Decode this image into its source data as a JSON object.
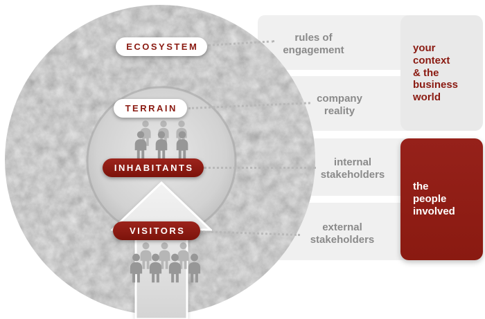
{
  "colors": {
    "accent": "#8a1a11",
    "text_gray": "#8a8a8a",
    "row_bg": "#f0f0f0",
    "block_light_bg": "#e9e9e9"
  },
  "pills": [
    {
      "label": "ECOSYSTEM",
      "style": "light"
    },
    {
      "label": "TERRAIN",
      "style": "light"
    },
    {
      "label": "INHABITANTS",
      "style": "dark"
    },
    {
      "label": "VISITORS",
      "style": "dark"
    }
  ],
  "descriptions": [
    {
      "text": "rules of engagement"
    },
    {
      "text": "company reality"
    },
    {
      "text": "internal stakeholders"
    },
    {
      "text": "external stakeholders"
    }
  ],
  "side_blocks": [
    {
      "text": "your context & the business world",
      "style": "light"
    },
    {
      "text": "the people involved",
      "style": "dark"
    }
  ],
  "icons": {
    "forest": "forest-ring-image",
    "arrow": "arrow-up-icon",
    "people": "person-icon"
  }
}
